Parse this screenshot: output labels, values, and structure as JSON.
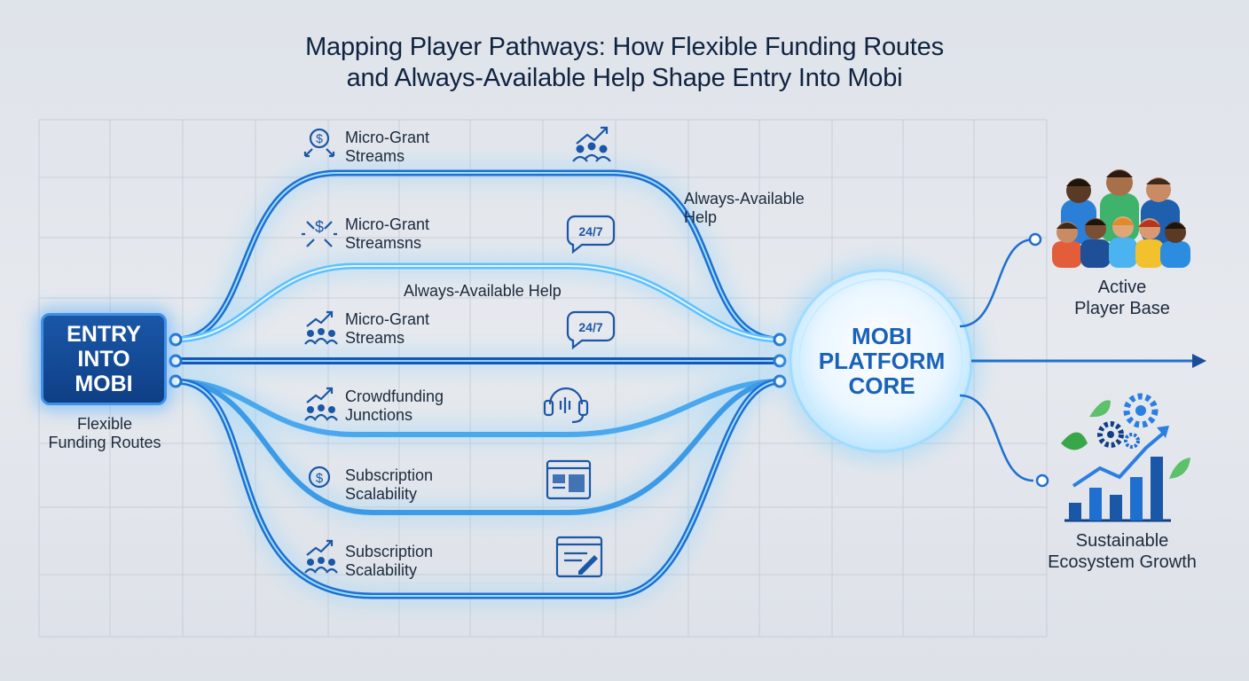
{
  "title": {
    "line1": "Mapping Player Pathways: How Flexible Funding Routes",
    "line2": "and Always-Available Help Shape Entry Into Mobi"
  },
  "entry": {
    "line1": "ENTRY",
    "line2": "INTO",
    "line3": "MOBI",
    "caption_line1": "Flexible",
    "caption_line2": "Funding Routes"
  },
  "core": {
    "line1": "MOBI",
    "line2": "PLATFORM",
    "line3": "CORE"
  },
  "pathways": [
    {
      "line1": "Micro-Grant",
      "line2": "Streams",
      "icon": "dollar-arrows-icon",
      "right_icon": "growth-people-icon"
    },
    {
      "line1": "Micro-Grant",
      "line2": "Streamsns",
      "icon": "dollar-split-icon",
      "right_icon": "chat-24-7-icon",
      "right_text": "24/7"
    },
    {
      "line1": "Micro-Grant",
      "line2": "Streams",
      "icon": "growth-people-icon",
      "right_icon": "chat-24-7-icon",
      "right_text": "24/7"
    },
    {
      "line1": "Crowdfunding",
      "line2": "Junctions",
      "icon": "growth-people-icon",
      "right_icon": "headset-icon"
    },
    {
      "line1": "Subscription",
      "line2": "Scalability",
      "icon": "dollar-circle-icon",
      "right_icon": "dashboard-icon"
    },
    {
      "line1": "Subscription",
      "line2": "Scalability",
      "icon": "growth-people-icon",
      "right_icon": "edit-document-icon"
    }
  ],
  "help_labels": {
    "top_line1": "Always-Available",
    "top_line2": "Help",
    "middle": "Always-Available Help"
  },
  "outputs": {
    "players_line1": "Active",
    "players_line2": "Player Base",
    "growth_line1": "Sustainable",
    "growth_line2": "Ecosystem Growth"
  },
  "colors": {
    "dark_blue": "#0f3f86",
    "path_blue": "#1f6fd0",
    "glow_blue": "#5fc0ff",
    "title": "#0f2340"
  }
}
